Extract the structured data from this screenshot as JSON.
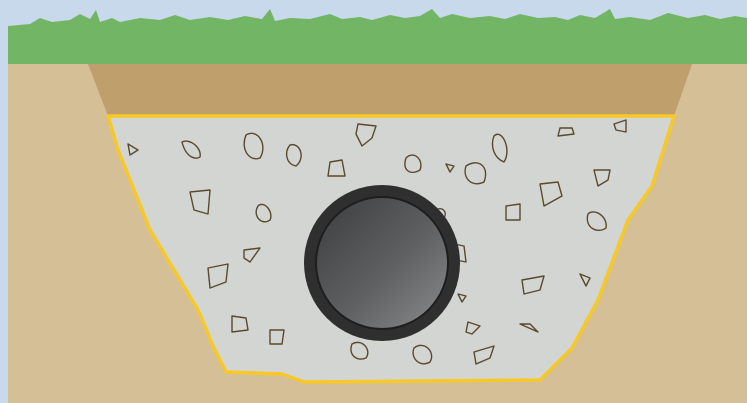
{
  "colors": {
    "sky": "#c9d9ec",
    "grass": "#72b565",
    "soil": "#d4bf97",
    "topsoil": "#bf9f6c",
    "gravel": "#d3d5d3",
    "fabric_outline": "#f7c928",
    "stone_outline": "#5a4a2b",
    "pipe_outer": "#2f2f2f",
    "pipe_inner_dark": "#3b3d3f",
    "pipe_inner_light": "#8a8c8e"
  },
  "elements": {
    "grass": "grass-layer",
    "soil": "native-soil",
    "topsoil": "topsoil-backfill",
    "trench": "gravel-backfill",
    "fabric": "filter-fabric",
    "pipe": "drain-pipe",
    "stones": "gravel-stones"
  }
}
